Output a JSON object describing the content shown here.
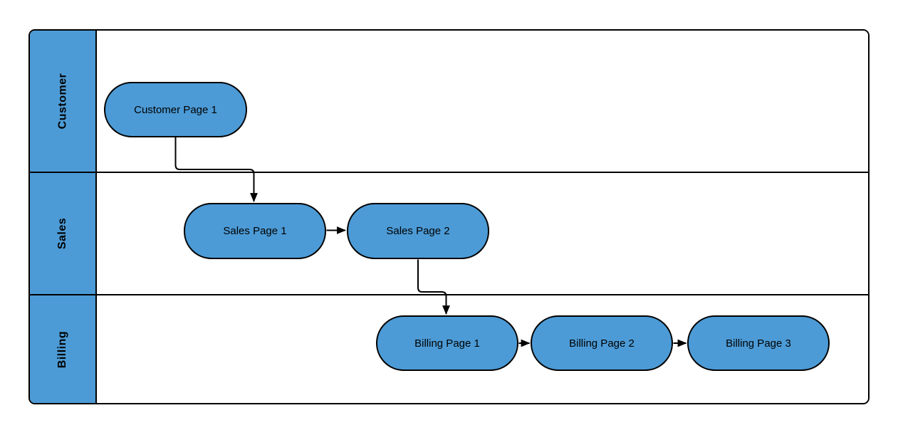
{
  "diagram": {
    "type": "swimlane-flowchart",
    "lanes": [
      {
        "label": "Customer",
        "nodes": [
          {
            "label": "Customer Page 1"
          }
        ]
      },
      {
        "label": "Sales",
        "nodes": [
          {
            "label": "Sales Page 1"
          },
          {
            "label": "Sales Page 2"
          }
        ]
      },
      {
        "label": "Billing",
        "nodes": [
          {
            "label": "Billing Page 1"
          },
          {
            "label": "Billing Page 2"
          },
          {
            "label": "Billing Page 3"
          }
        ]
      }
    ],
    "edges": [
      {
        "from": "Customer Page 1",
        "to": "Sales Page 1",
        "style": "elbow-down-right"
      },
      {
        "from": "Sales Page 1",
        "to": "Sales Page 2",
        "style": "straight-right"
      },
      {
        "from": "Sales Page 2",
        "to": "Billing Page 1",
        "style": "elbow-down-right"
      },
      {
        "from": "Billing Page 1",
        "to": "Billing Page 2",
        "style": "straight-right"
      },
      {
        "from": "Billing Page 2",
        "to": "Billing Page 3",
        "style": "straight-right"
      }
    ],
    "colors": {
      "node_fill": "#4C9BD6",
      "lane_header_fill": "#4C9BD6",
      "stroke": "#000000",
      "text": "#000000",
      "background": "#FFFFFF"
    }
  }
}
